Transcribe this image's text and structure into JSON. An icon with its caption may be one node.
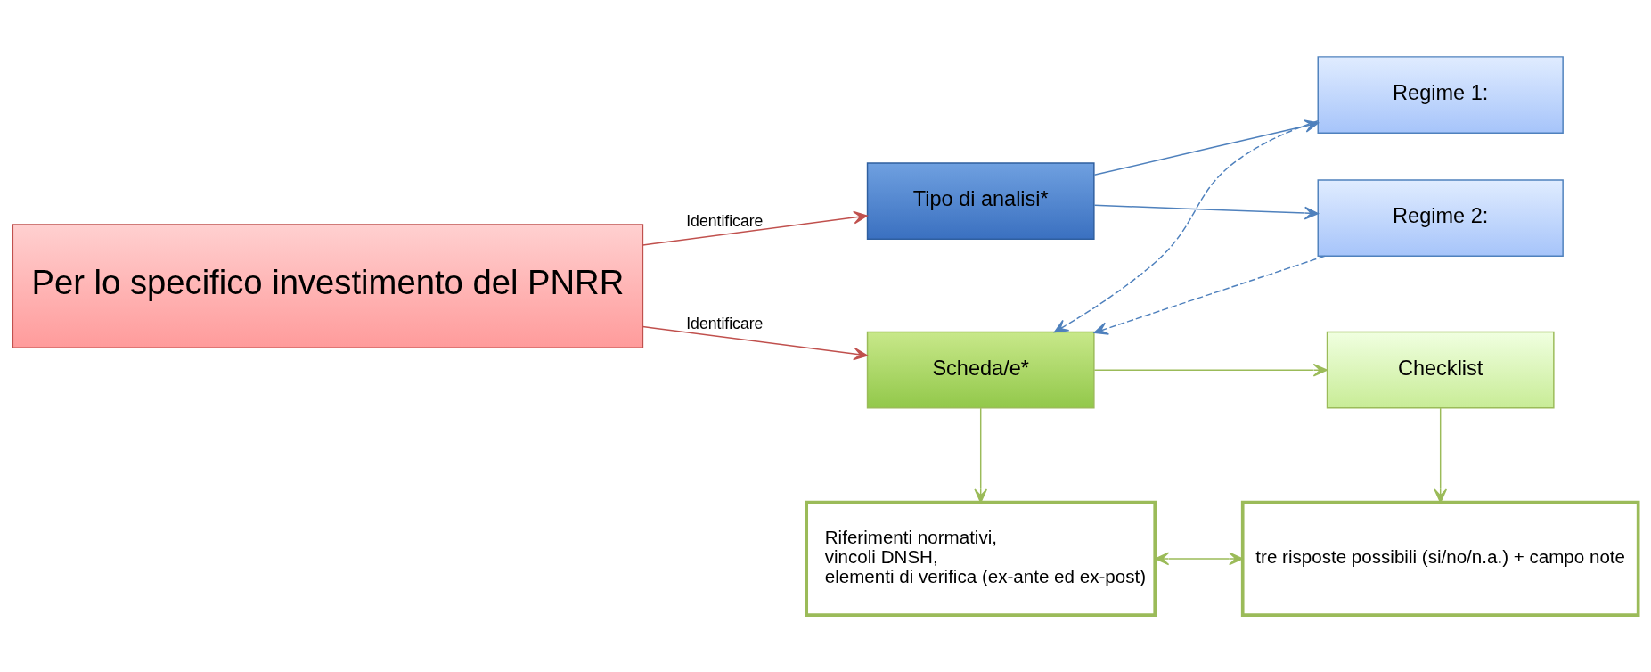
{
  "diagram": {
    "nodes": [
      {
        "text": [
          "Per lo specifico investimento del PNRR"
        ]
      },
      {
        "text": [
          "Tipo di analisi*"
        ]
      },
      {
        "text": [
          "Regime 1:"
        ]
      },
      {
        "text": [
          "Regime 2:"
        ]
      },
      {
        "text": [
          "Scheda/e*"
        ]
      },
      {
        "text": [
          "Checklist"
        ]
      },
      {
        "text": [
          "Riferimenti normativi,",
          "vincoli DNSH,",
          "elementi di verifica (ex-ante ed ex-post)"
        ]
      },
      {
        "text": [
          "tre risposte possibili (si/no/n.a.) + campo note"
        ]
      }
    ],
    "edges": [
      {
        "from": 0,
        "to": 1,
        "arrow": "to",
        "label": "Identificare",
        "color": "#c0504d"
      },
      {
        "from": 0,
        "to": 4,
        "arrow": "to",
        "label": "Identificare",
        "color": "#c0504d"
      },
      {
        "from": 1,
        "to": 2,
        "arrow": "to",
        "color": "#4f81bd"
      },
      {
        "from": 1,
        "to": 3,
        "arrow": "to",
        "color": "#4f81bd"
      },
      {
        "from": 2,
        "to": 4,
        "arrow": "to",
        "style": "dashed",
        "color": "#4f81bd"
      },
      {
        "from": 3,
        "to": 4,
        "arrow": "to",
        "style": "dashed",
        "color": "#4f81bd"
      },
      {
        "from": 4,
        "to": 5,
        "arrow": "to",
        "color": "#9bbb59"
      },
      {
        "from": 4,
        "to": 6,
        "arrow": "to",
        "color": "#9bbb59"
      },
      {
        "from": 5,
        "to": 7,
        "arrow": "to",
        "color": "#9bbb59"
      },
      {
        "from": 6,
        "to": 7,
        "arrow": "both",
        "color": "#9bbb59"
      }
    ]
  }
}
